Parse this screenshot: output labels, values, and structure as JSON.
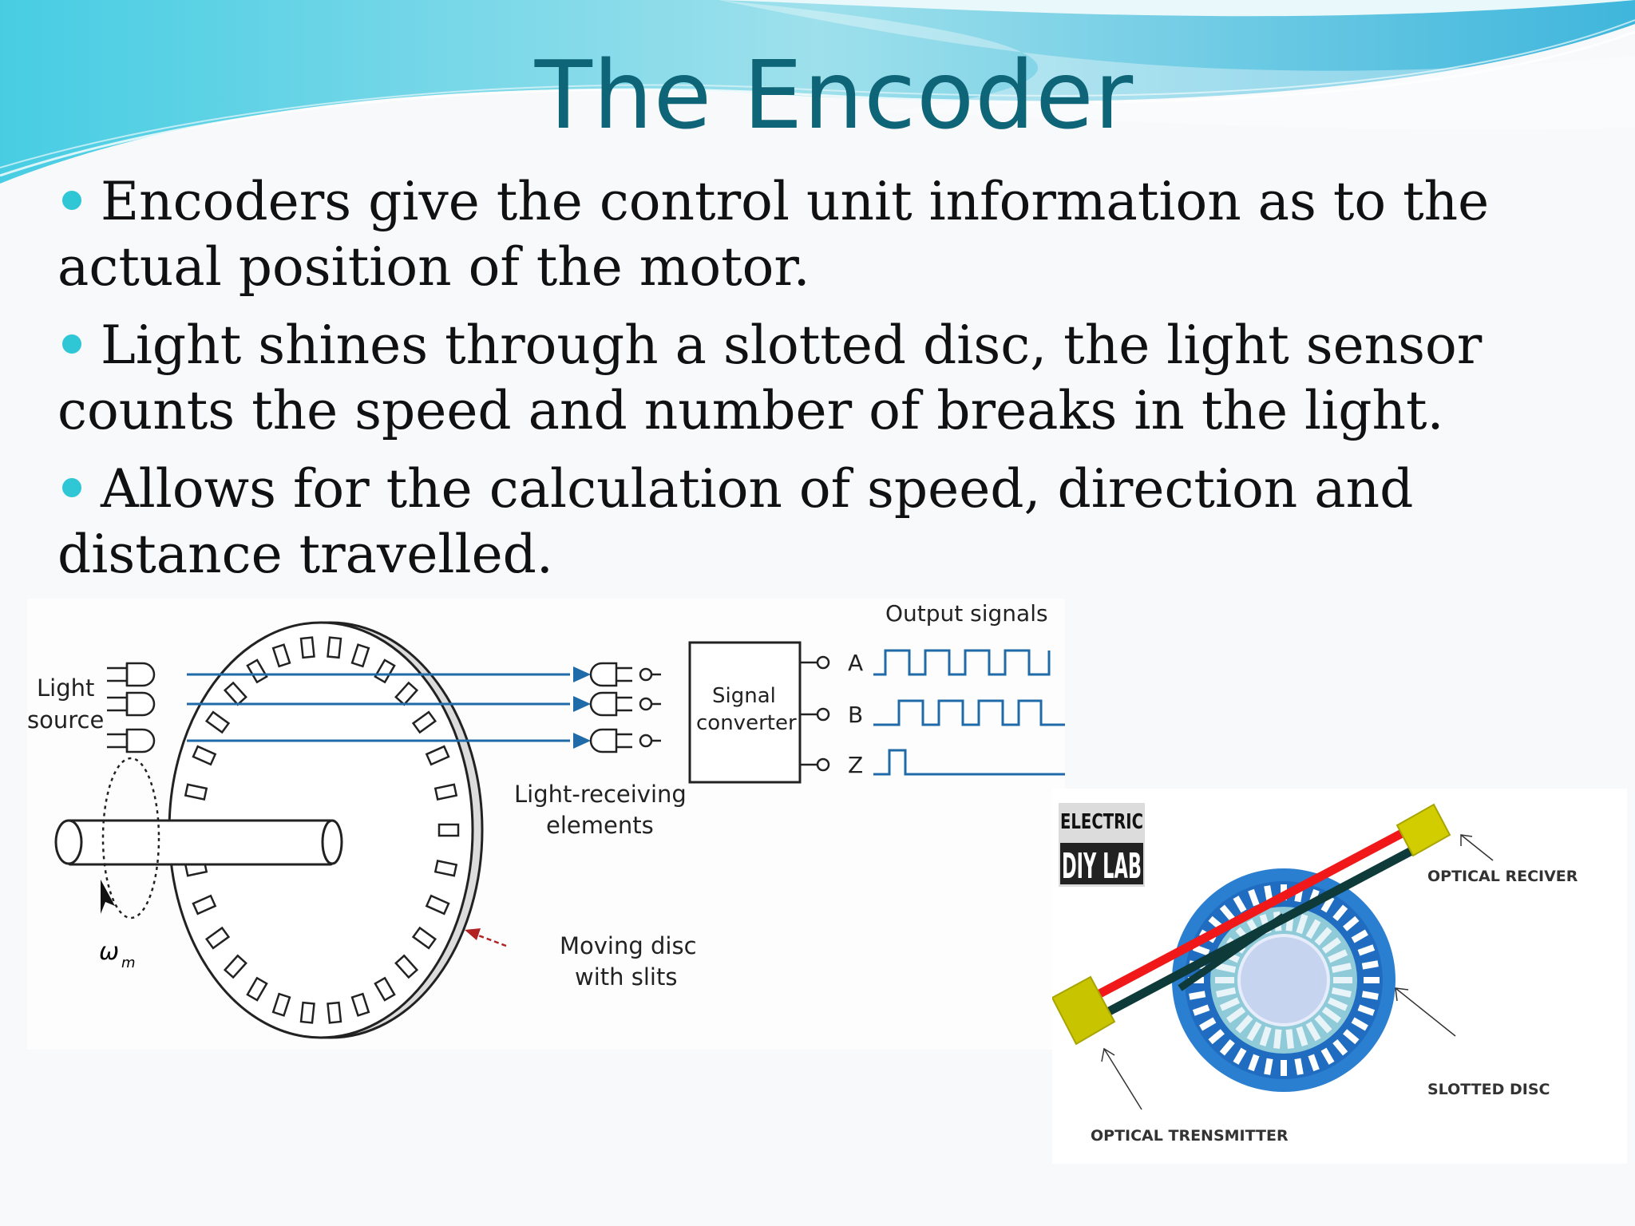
{
  "slide": {
    "title": "The Encoder",
    "bullets": [
      "Encoders give the control unit information as to the actual position of the motor.",
      "Light shines through a slotted disc, the light sensor counts the speed and number of breaks in the light.",
      "Allows for the calculation of speed, direction and distance travelled."
    ],
    "colors": {
      "title": "#0e6577",
      "bullet_dot": "#2fc6d6",
      "wave_dark": "#25b8d8",
      "wave_light": "#b9eaf2"
    }
  },
  "diagram": {
    "light_source_line1": "Light",
    "light_source_line2": "source",
    "output_signals": "Output signals",
    "signal_converter_line1": "Signal",
    "signal_converter_line2": "converter",
    "channel_a": "A",
    "channel_b": "B",
    "channel_z": "Z",
    "light_receiving_line1": "Light-receiving",
    "light_receiving_line2": "elements",
    "moving_disc_line1": "Moving disc",
    "moving_disc_line2": "with slits",
    "omega_symbol": "ω",
    "omega_subscript": "m"
  },
  "photo": {
    "logo_line1": "ELECTRIC",
    "logo_line2": "DIY LAB",
    "optical_receiver": "OPTICAL RECIVER",
    "slotted_disc": "SLOTTED DISC",
    "optical_transmitter": "OPTICAL TRENSMITTER"
  }
}
